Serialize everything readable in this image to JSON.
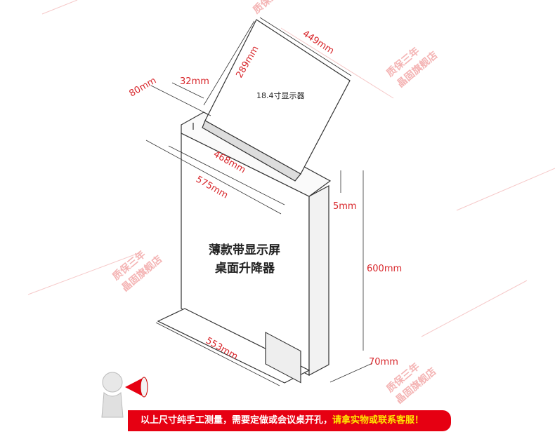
{
  "watermark": {
    "line1": "质保三年",
    "line2": "晶固旗舰店"
  },
  "screen_label": "18.4寸显示器",
  "title": {
    "line1": "薄款带显示屏",
    "line2": "桌面升降器"
  },
  "dimensions": {
    "screen_width": "449mm",
    "screen_height": "289mm",
    "offset_a": "32mm",
    "offset_b": "80mm",
    "inner_width": "468mm",
    "top_width": "575mm",
    "lid_thickness": "5mm",
    "height": "600mm",
    "base_width": "553mm",
    "depth": "70mm"
  },
  "banner": {
    "text": "以上尺寸纯手工测量，需要定做或会议桌开孔，",
    "highlight": "请拿实物或联系客服！"
  },
  "colors": {
    "dimension": "#d8262b",
    "banner": "#e60012",
    "highlight": "#ffe600"
  }
}
